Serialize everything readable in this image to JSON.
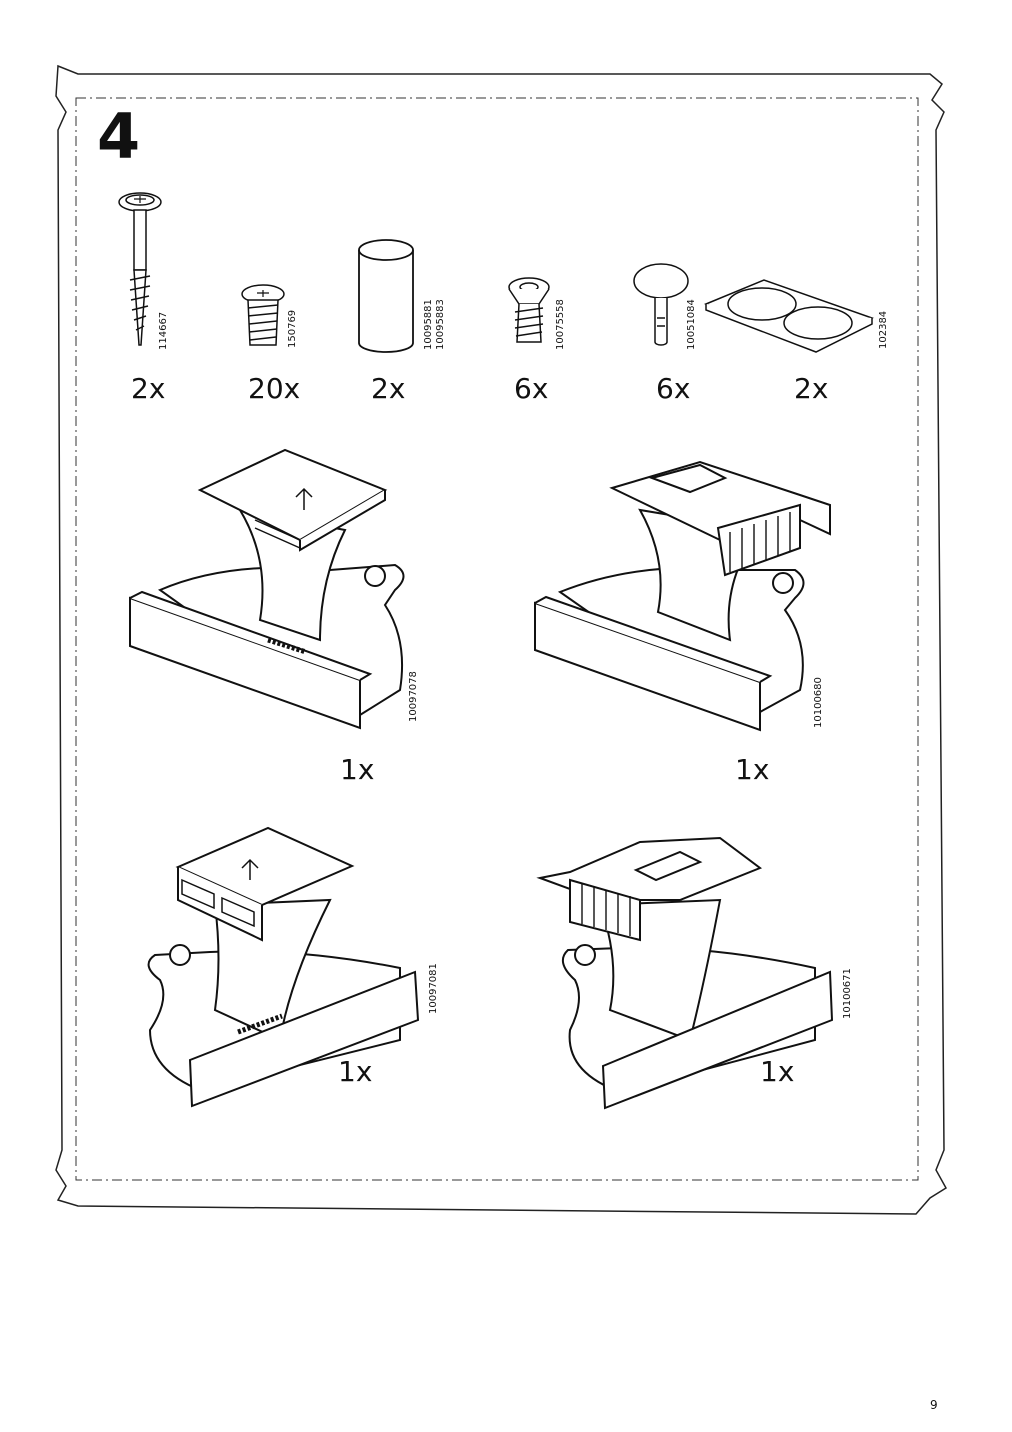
{
  "step_number": "4",
  "page_number": "9",
  "hardware": [
    {
      "article": "114667",
      "quantity": "2x",
      "icon": "long-wood-screw-icon"
    },
    {
      "article": "150769",
      "quantity": "20x",
      "icon": "euro-screw-icon"
    },
    {
      "article": "10095881\n10095883",
      "quantity": "2x",
      "icon": "cylinder-plug-icon"
    },
    {
      "article": "10075558",
      "quantity": "6x",
      "icon": "countersunk-screw-icon"
    },
    {
      "article": "10051084",
      "quantity": "6x",
      "icon": "shelf-pin-icon"
    },
    {
      "article": "102384",
      "quantity": "2x",
      "icon": "felt-pads-icon"
    }
  ],
  "hinges": [
    {
      "article": "10097078",
      "quantity": "1x",
      "icon": "hinge-left-arrow-icon"
    },
    {
      "article": "10100680",
      "quantity": "1x",
      "icon": "hinge-left-clip-icon"
    },
    {
      "article": "10097081",
      "quantity": "1x",
      "icon": "hinge-right-arrow-icon"
    },
    {
      "article": "10100671",
      "quantity": "1x",
      "icon": "hinge-right-clip-icon"
    }
  ]
}
